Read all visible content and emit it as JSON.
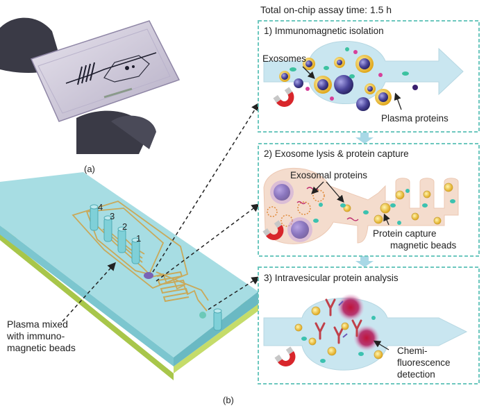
{
  "title": "Total on-chip assay time: 1.5 h",
  "panel_labels": {
    "a": "(a)",
    "b": "(b)"
  },
  "chip_port_numbers": [
    "4",
    "3",
    "2",
    "1"
  ],
  "inlet_note_lines": [
    "Plasma mixed",
    "with immuno-",
    "magnetic beads"
  ],
  "steps": [
    {
      "heading": "1) Immunomagnetic isolation",
      "labels": [
        "Exosomes",
        "Plasma proteins"
      ]
    },
    {
      "heading": "2) Exosome lysis & protein capture",
      "labels": [
        "Exosomal proteins",
        "Protein capture",
        "magnetic beads"
      ]
    },
    {
      "heading": "3) Intravesicular protein analysis",
      "labels": [
        "Chemi-",
        "fluorescence",
        "detection"
      ]
    }
  ],
  "colors": {
    "box_border": "#6cc7be",
    "chamber_blue": "#c9e6f0",
    "chamber_peach": "#f4dccd",
    "chip_top": "#8fd3da",
    "chip_base": "#b9d650",
    "channel": "#c9a95a",
    "exosome": "#3f3a8f",
    "magnet_red": "#d8262b"
  }
}
